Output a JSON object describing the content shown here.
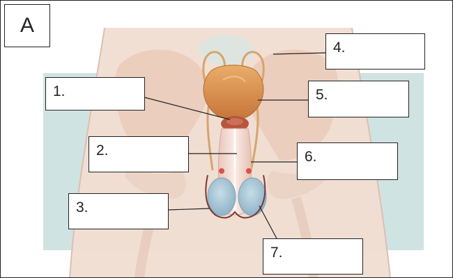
{
  "panel": {
    "letter": "A"
  },
  "labels": [
    "1.",
    "2.",
    "3.",
    "4.",
    "5.",
    "6.",
    "7."
  ]
}
